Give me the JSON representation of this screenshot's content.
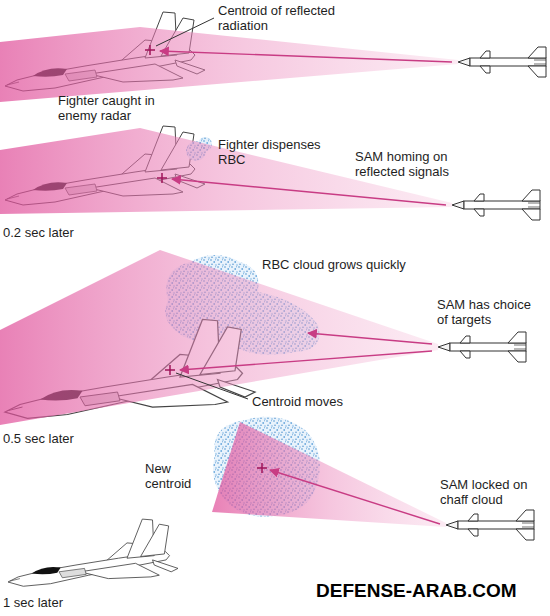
{
  "diagram": {
    "labels": [
      "Centroid of reflected radiation",
      "Fighter caught in enemy radar",
      "SAM homing on reflected signals",
      "Fighter dispenses RBC",
      "0.2 sec later",
      "RBC cloud grows quickly",
      "SAM has choice of targets",
      "Centroid moves",
      "0.5 sec later",
      "New centroid",
      "SAM locked on chaff cloud",
      "1 sec later",
      "DEFENSE-ARAB.COM"
    ]
  }
}
